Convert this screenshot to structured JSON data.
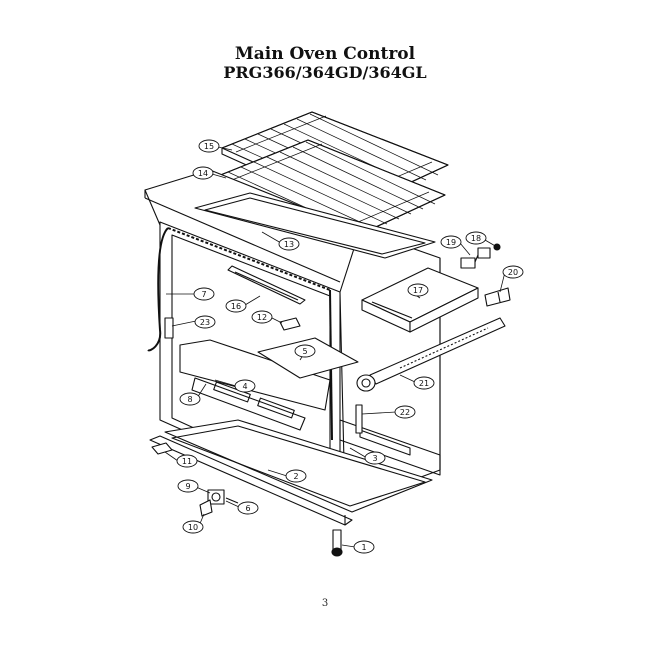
{
  "header": {
    "title": "Main Oven Control",
    "subtitle": "PRG366/364GD/364GL"
  },
  "footer": {
    "page_number": "3"
  },
  "callouts": [
    "1",
    "2",
    "3",
    "4",
    "5",
    "6",
    "7",
    "8",
    "8",
    "9",
    "10",
    "11",
    "12",
    "13",
    "14",
    "15",
    "16",
    "17",
    "18",
    "19",
    "20",
    "21",
    "22",
    "23"
  ]
}
